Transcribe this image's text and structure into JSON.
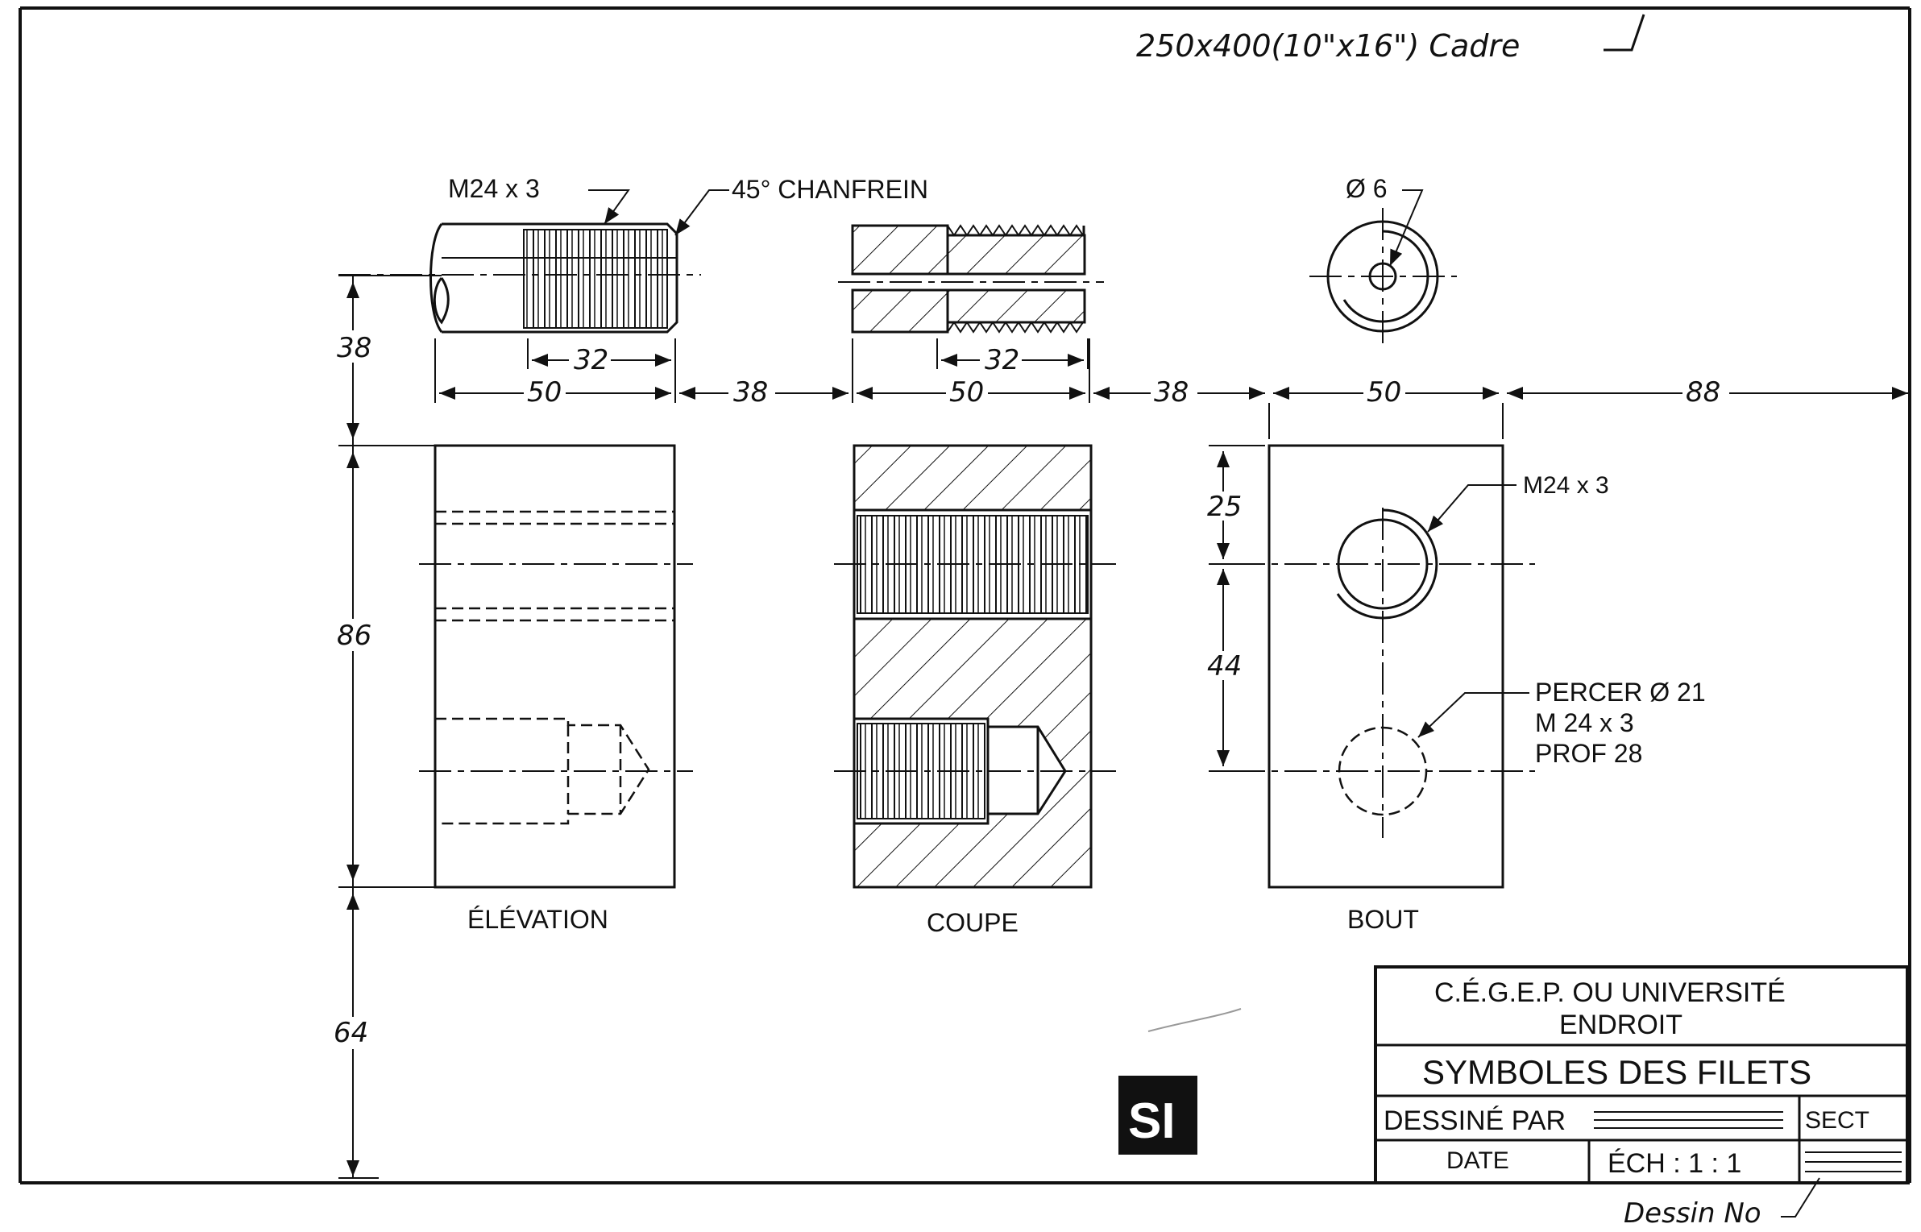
{
  "frame_note": "250x400(10\"x16\") Cadre",
  "views": {
    "elevation": "ÉLÉVATION",
    "section": "COUPE",
    "end": "BOUT"
  },
  "callouts": {
    "thread_top": "M24 x 3",
    "chamfer": "45° CHANFREIN",
    "diameter": "Ø 6",
    "thread_end": "M24 x 3",
    "drill_1": "PERCER Ø 21",
    "drill_2": "M 24 x 3",
    "drill_3": "PROF 28"
  },
  "dimensions": {
    "d_38_v": "38",
    "d_86": "86",
    "d_64": "64",
    "d_32_a": "32",
    "d_32_b": "32",
    "d_50_a": "50",
    "d_38_a": "38",
    "d_50_b": "50",
    "d_38_b": "38",
    "d_50_c": "50",
    "d_88": "88",
    "d_25": "25",
    "d_44": "44"
  },
  "title_block": {
    "institution_1": "C.É.G.E.P. OU UNIVERSITÉ",
    "institution_2": "ENDROIT",
    "title": "SYMBOLES DES FILETS",
    "drawn_by": "DESSINÉ PAR",
    "section": "SECT",
    "date": "DATE",
    "scale": "ÉCH : 1 : 1",
    "drawing_no": "Dessin No"
  },
  "logo_text": "SI"
}
